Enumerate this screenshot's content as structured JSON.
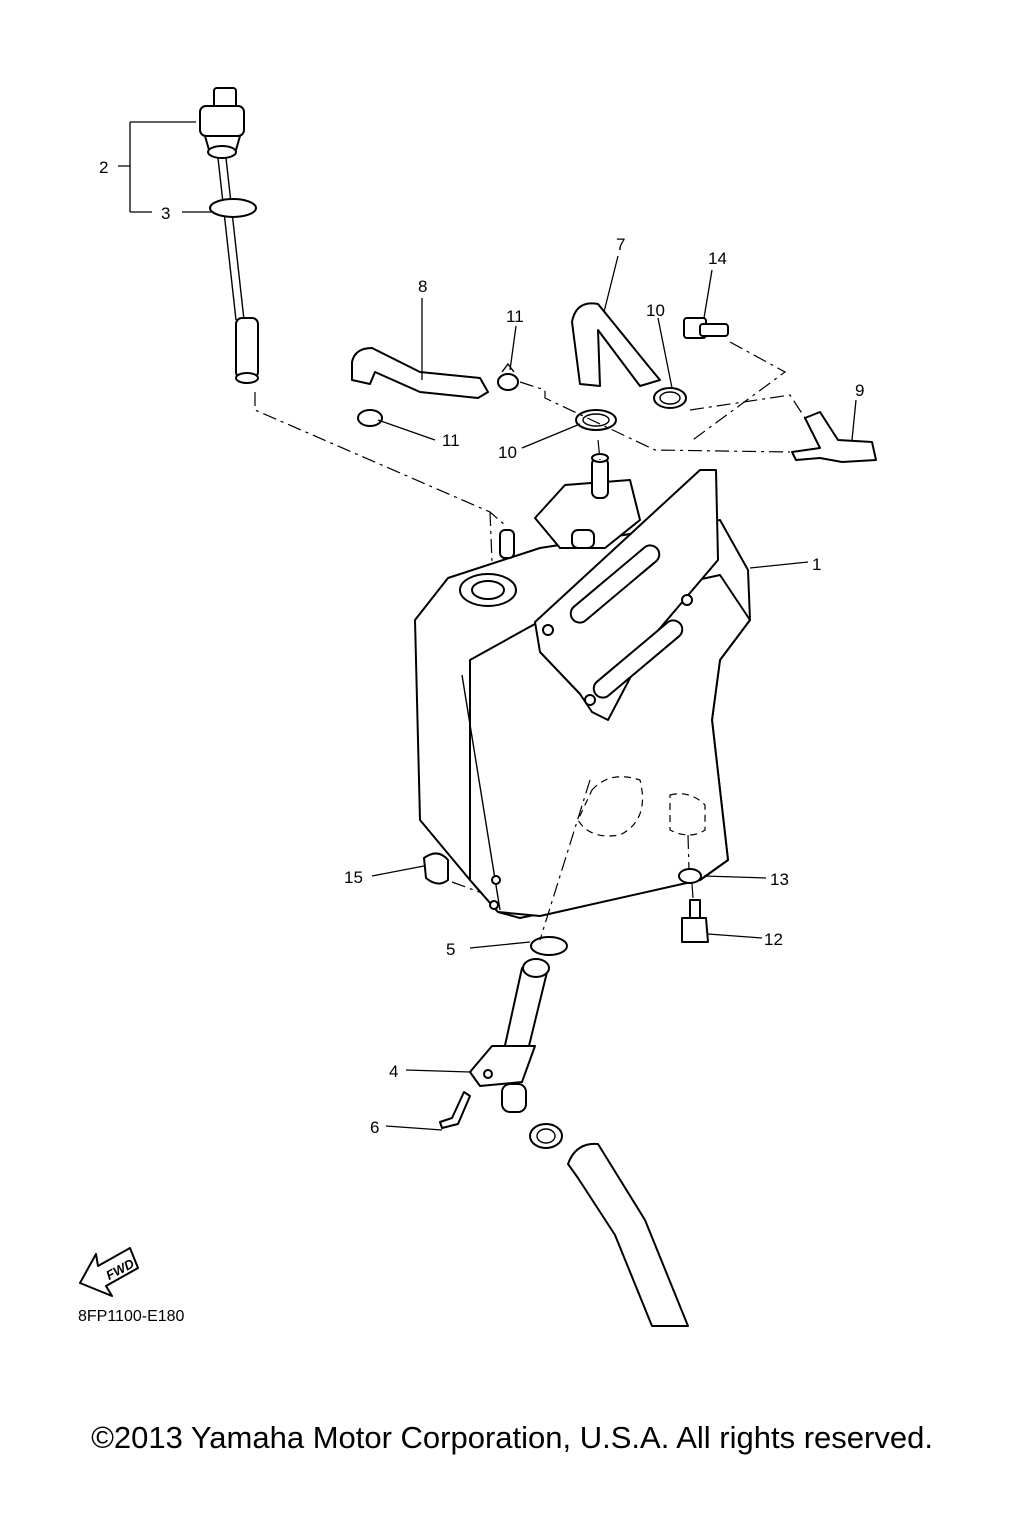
{
  "callouts": {
    "c1": "1",
    "c2": "2",
    "c3": "3",
    "c4": "4",
    "c5": "5",
    "c6": "6",
    "c7": "7",
    "c8": "8",
    "c9": "9",
    "c10a": "10",
    "c10b": "10",
    "c11a": "11",
    "c11b": "11",
    "c12": "12",
    "c13": "13",
    "c14": "14",
    "c15": "15"
  },
  "fwd_label": "FWD",
  "diagram_code": "8FP1100-E180",
  "copyright": "©2013 Yamaha Motor Corporation, U.S.A. All rights reserved."
}
